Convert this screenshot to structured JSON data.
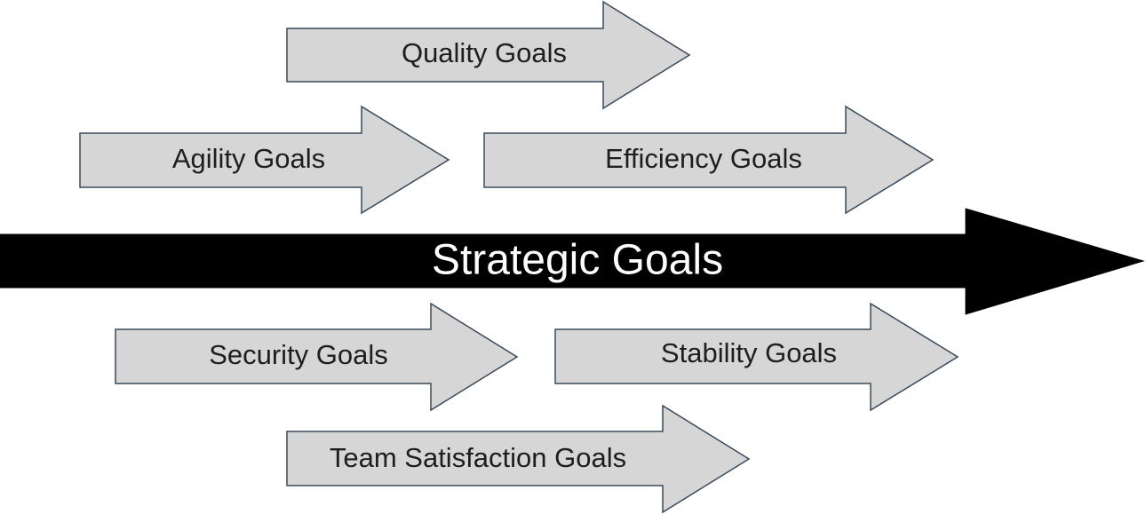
{
  "diagram": {
    "main_arrow": {
      "label": "Strategic Goals",
      "fill": "#000000",
      "text_color": "#ffffff"
    },
    "goal_arrow_style": {
      "fill": "#d6d6d6",
      "stroke": "#3a4a5a",
      "text_color": "#1e1e1e"
    },
    "goals": {
      "quality": "Quality Goals",
      "agility": "Agility Goals",
      "efficiency": "Efficiency Goals",
      "security": "Security Goals",
      "stability": "Stability Goals",
      "team_satisfaction": "Team Satisfaction Goals"
    }
  }
}
